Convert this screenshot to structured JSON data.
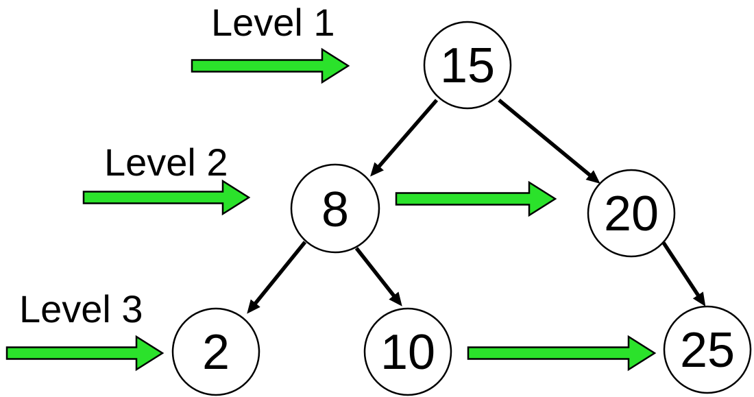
{
  "diagram": {
    "type": "binary-search-tree-level-order",
    "levels": [
      {
        "label": "Level 1",
        "nodes": [
          "15"
        ]
      },
      {
        "label": "Level 2",
        "nodes": [
          "8",
          "20"
        ]
      },
      {
        "label": "Level 3",
        "nodes": [
          "2",
          "10",
          "25"
        ]
      }
    ],
    "nodes": [
      {
        "value": "15",
        "level": 1
      },
      {
        "value": "8",
        "level": 2
      },
      {
        "value": "20",
        "level": 2
      },
      {
        "value": "2",
        "level": 3
      },
      {
        "value": "10",
        "level": 3
      },
      {
        "value": "25",
        "level": 3
      }
    ],
    "edges": [
      {
        "from": "15",
        "to": "8"
      },
      {
        "from": "15",
        "to": "20"
      },
      {
        "from": "8",
        "to": "2"
      },
      {
        "from": "8",
        "to": "10"
      },
      {
        "from": "20",
        "to": "25"
      }
    ],
    "colors": {
      "level_arrow_fill": "#2BE22B",
      "edge_stroke": "#000000",
      "node_fill": "#FFFFFF",
      "node_stroke": "#000000",
      "text": "#000000",
      "background": "#FFFFFF"
    }
  }
}
